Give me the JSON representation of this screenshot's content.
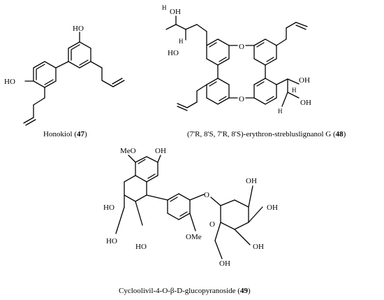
{
  "compounds": [
    {
      "name": "Honokiol",
      "number": "47",
      "labels": {
        "oh_top": "HO",
        "oh_left": "HO"
      }
    },
    {
      "name": "(7'R, 8'S, 7'R, 8'S)-erythron-strebluslignanol G",
      "number": "48",
      "labels": {
        "oh_a": "OH",
        "oh_b": "HO",
        "h_a": "H",
        "h_b": "H",
        "o_top": "O",
        "o_bot": "O",
        "h_c": "H",
        "oh_c": "OH",
        "h_d": "H",
        "oh_d": "OH"
      }
    },
    {
      "name": "Cycloolivil-4-O-β-D-glucopyranoside",
      "number": "49",
      "labels": {
        "meo_top": "MeO",
        "oh_top": "OH",
        "ho_mid": "HO",
        "ho_a": "HO",
        "ho_b": "HO",
        "ome": "OMe",
        "o_link": "O",
        "o_ring": "O",
        "oh_1": "OH",
        "oh_2": "OH",
        "oh_3": "OH",
        "oh_4": "OH"
      }
    }
  ]
}
